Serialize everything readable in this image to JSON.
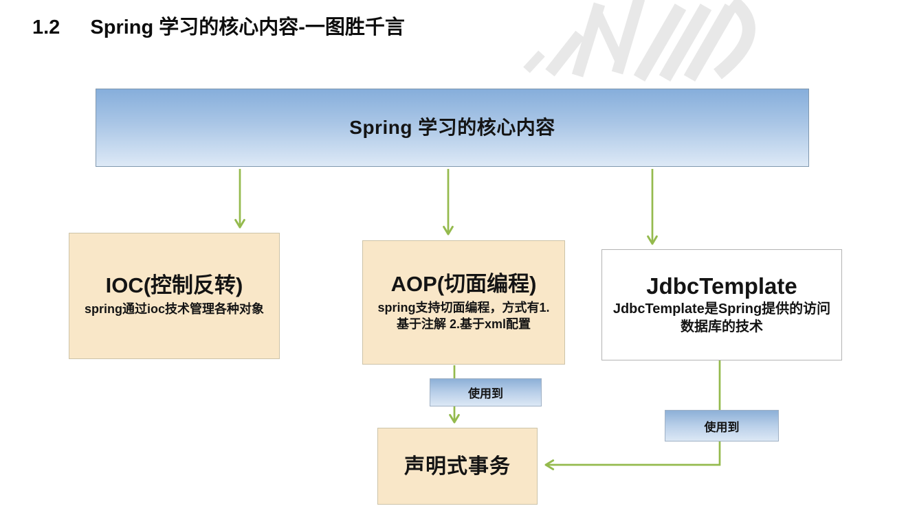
{
  "page": {
    "heading": {
      "number": "1.2",
      "title": "Spring 学习的核心内容-一图胜千言"
    }
  },
  "diagram": {
    "root_title": "Spring 学习的核心内容",
    "ioc": {
      "title": "IOC(控制反转)",
      "desc": "spring通过ioc技术管理各种对象"
    },
    "aop": {
      "title": "AOP(切面编程)",
      "desc": "spring支持切面编程，方式有1.\n基于注解 2.基于xml配置"
    },
    "jdbc": {
      "title": "JdbcTemplate",
      "desc": "JdbcTemplate是Spring提供的访问\n数据库的技术"
    },
    "tx_title": "声明式事务",
    "use_label_left": "使用到",
    "use_label_right": "使用到",
    "colors": {
      "arrow_green": "#94ba4d",
      "node_tan_fill": "#f9e7c8",
      "node_tan_border": "#ccc3a8",
      "blue_gradient_top": "#86aedb",
      "blue_gradient_bottom": "#dde9f6",
      "jdbc_border": "#b3b3b3",
      "watermark_gray": "#e8e8e8"
    }
  }
}
